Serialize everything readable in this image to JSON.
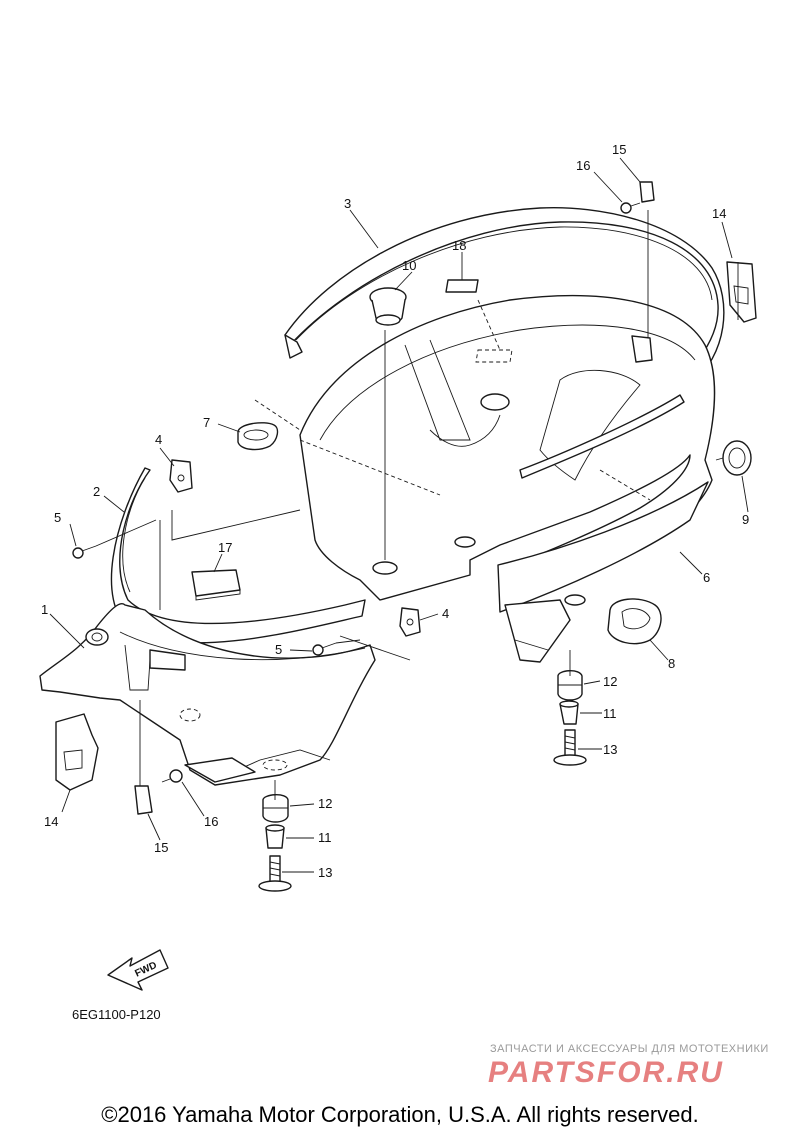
{
  "diagram": {
    "code": "6EG1100-P120",
    "fwd_label": "FWD",
    "parts": [
      "1",
      "2",
      "3",
      "4",
      "5",
      "6",
      "7",
      "8",
      "9",
      "10",
      "11",
      "12",
      "13",
      "14",
      "15",
      "16",
      "17",
      "18"
    ]
  },
  "watermark": {
    "tagline": "ЗАПЧАСТИ И АКСЕССУАРЫ ДЛЯ МОТОТЕХНИКИ",
    "logo": "PARTSFOR.RU"
  },
  "footer": {
    "copyright": "©2016 Yamaha Motor Corporation, U.S.A. All rights reserved."
  }
}
